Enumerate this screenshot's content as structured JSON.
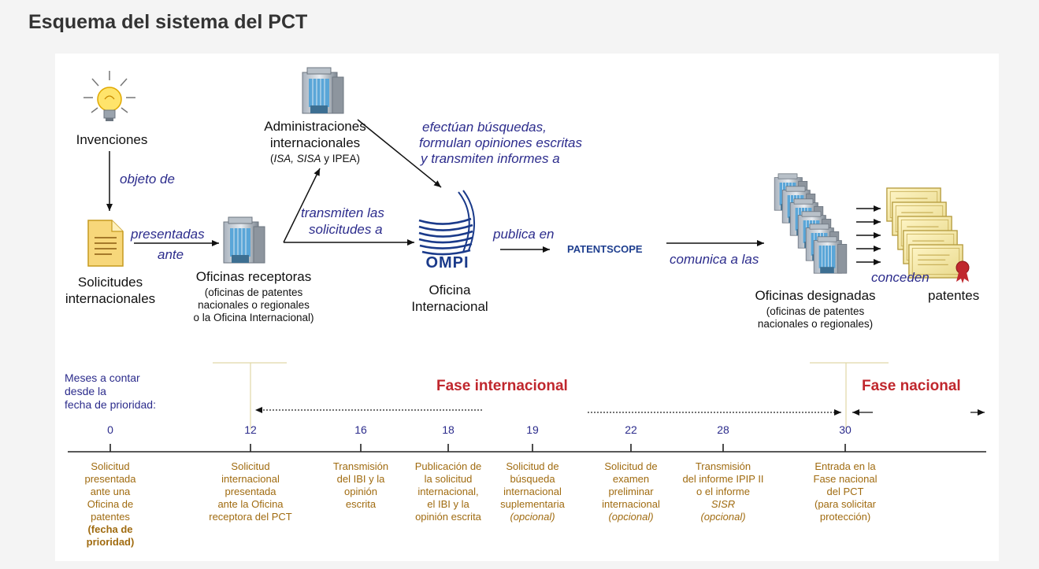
{
  "page_title": "Esquema del sistema del PCT",
  "top": {
    "invenciones": "Invenciones",
    "objeto_de": "objeto de",
    "solicitudes": [
      "Solicitudes",
      "internacionales"
    ],
    "presentadas": "presentadas",
    "ante": "ante",
    "oficinas_receptoras": "Oficinas receptoras",
    "oficinas_receptoras_sub": [
      "(oficinas de patentes",
      "nacionales o regionales",
      "o la Oficina Internacional)"
    ],
    "admin": [
      "Administraciones",
      "internacionales"
    ],
    "admin_isa": "ISA,",
    "admin_sisa": "SISA",
    "admin_rest": "y IPEA)",
    "transmiten": [
      "transmiten las",
      "solicitudes a"
    ],
    "efectuan": [
      "efectúan búsquedas,",
      "formulan opiniones escritas",
      "y transmiten informes a"
    ],
    "ompi_logo": "OMPI",
    "oficina_int": [
      "Oficina",
      "Internacional"
    ],
    "publica": "publica en",
    "patentscope": "PATENTSCOPE",
    "comunica": "comunica a las",
    "conceden": "conceden",
    "oficinas_designadas": "Oficinas designadas",
    "oficinas_designadas_sub": [
      "(oficinas de patentes",
      "nacionales o regionales)"
    ],
    "patentes": "patentes"
  },
  "timeline": {
    "meses": [
      "Meses a contar",
      "desde la",
      "fecha de prioridad:"
    ],
    "fase_internacional": "Fase internacional",
    "fase_nacional": "Fase nacional",
    "months": [
      "0",
      "12",
      "16",
      "18",
      "19",
      "22",
      "28",
      "30"
    ],
    "labels": [
      [
        "Solicitud",
        "presentada",
        "ante una",
        "Oficina de",
        "patentes"
      ],
      [
        "Solicitud",
        "internacional",
        "presentada",
        "ante la Oficina",
        "receptora del PCT"
      ],
      [
        "Transmisión",
        "del IBI y la",
        "opinión",
        "escrita"
      ],
      [
        "Publicación de",
        "la solicitud",
        "internacional,",
        "el IBI y la",
        "opinión escrita"
      ],
      [
        "Solicitud de",
        "búsqueda",
        "internacional",
        "suplementaria"
      ],
      [
        "Solicitud de",
        "examen",
        "preliminar",
        "internacional"
      ],
      [
        "Transmisión",
        "del informe IPIP II",
        "o el informe"
      ],
      [
        "Entrada en la",
        "Fase nacional",
        "del PCT",
        "(para solicitar",
        "protección)"
      ]
    ],
    "fecha_prioridad": [
      "(fecha de",
      "prioridad)"
    ],
    "opcional": "(opcional)",
    "sisr": "SISR"
  },
  "colors": {
    "blue_text": "#2c2c8c",
    "brown_text": "#a06b10",
    "red_heading": "#c0272d",
    "ompi_blue": "#1a3a8a"
  }
}
